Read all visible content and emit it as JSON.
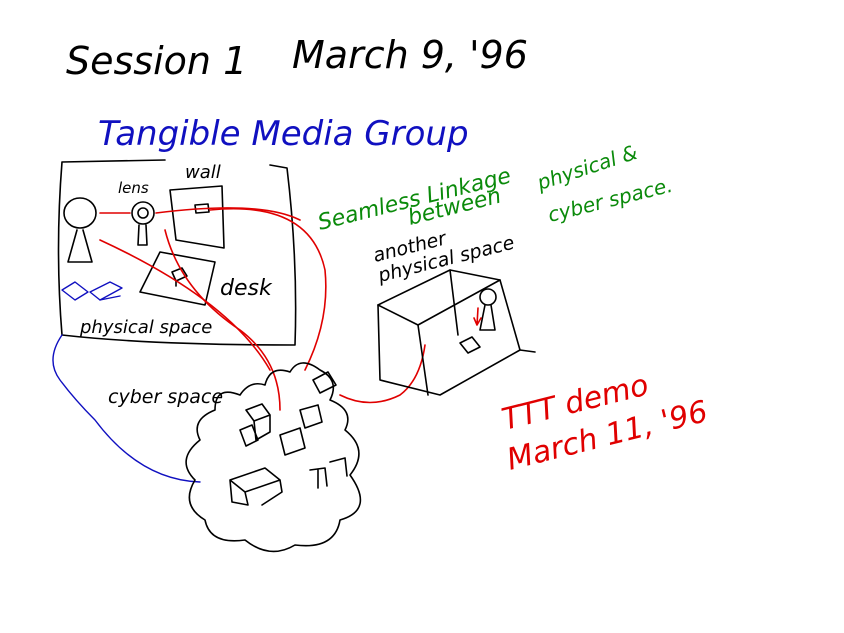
{
  "colors": {
    "black_ink": "#000000",
    "blue_ink": "#1010c0",
    "green_ink": "#0a8a0a",
    "red_ink": "#e00000"
  },
  "header": {
    "session": "Session 1",
    "date": "March 9, '96"
  },
  "group_name": "Tangible Media Group",
  "labels": {
    "wall": "wall",
    "lens": "lens",
    "desk": "desk",
    "physical_space": "physical space",
    "cyber_space": "cyber space",
    "another_physical_space_1": "another",
    "another_physical_space_2": "physical space"
  },
  "concept": {
    "line1": "Seamless Linkage",
    "line2": "between",
    "line3": "physical &",
    "line4": "cyber space."
  },
  "demo_note": {
    "line1": "TTT demo",
    "line2": "March 11, '96"
  }
}
